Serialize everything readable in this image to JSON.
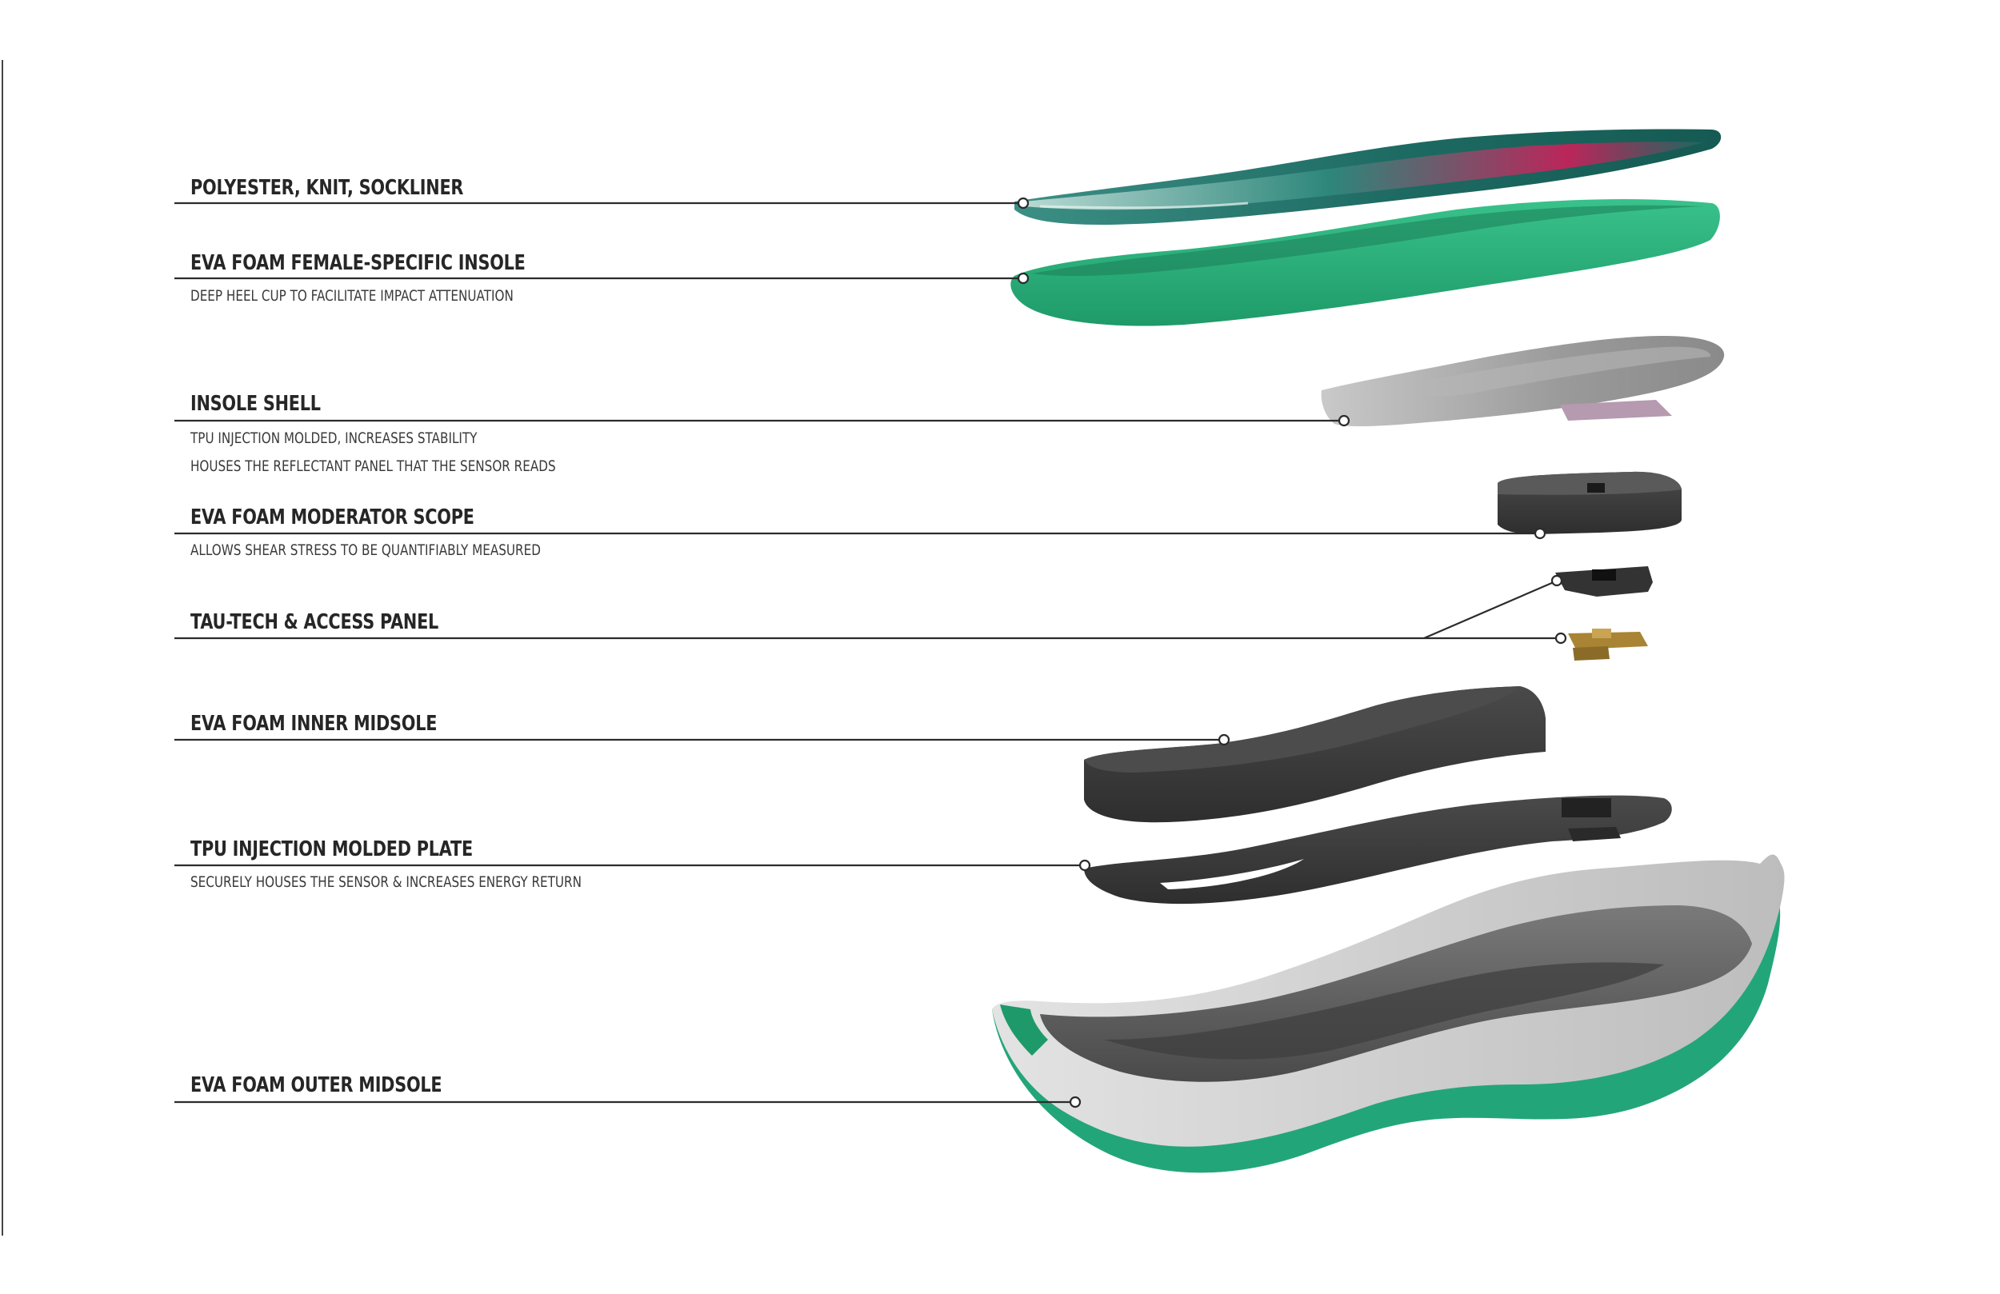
{
  "labels": {
    "sockliner": {
      "title": "POLYESTER, KNIT, SOCKLINER"
    },
    "insole": {
      "title": "EVA FOAM FEMALE-SPECIFIC INSOLE",
      "desc": "DEEP HEEL CUP TO FACILITATE IMPACT ATTENUATION"
    },
    "insole_shell": {
      "title": "INSOLE SHELL",
      "desc1": "TPU INJECTION MOLDED, INCREASES STABILITY",
      "desc2": "HOUSES THE REFLECTANT PANEL THAT THE SENSOR READS"
    },
    "moderator": {
      "title": "EVA FOAM MODERATOR SCOPE",
      "desc": "ALLOWS SHEAR STRESS TO BE QUANTIFIABLY MEASURED"
    },
    "tau_tech": {
      "title": "TAU-TECH & ACCESS PANEL"
    },
    "inner_midsole": {
      "title": "EVA FOAM INNER MIDSOLE"
    },
    "plate": {
      "title": "TPU INJECTION MOLDED PLATE",
      "desc": "SECURELY HOUSES THE SENSOR & INCREASES ENERGY RETURN"
    },
    "outer_midsole": {
      "title": "EVA FOAM OUTER MIDSOLE"
    }
  },
  "colors": {
    "leader_line": "#2b2b2b",
    "sockliner_teal": "#1f6f66",
    "sockliner_magenta": "#d81b5a",
    "insole_green": "#2bb07a",
    "shell_gray": "#9a9a9a",
    "dark_foam": "#3d3d3d",
    "sensor_gold": "#b08a3a",
    "outer_gray": "#d4d4d4",
    "outsole_green": "#23a57a"
  }
}
